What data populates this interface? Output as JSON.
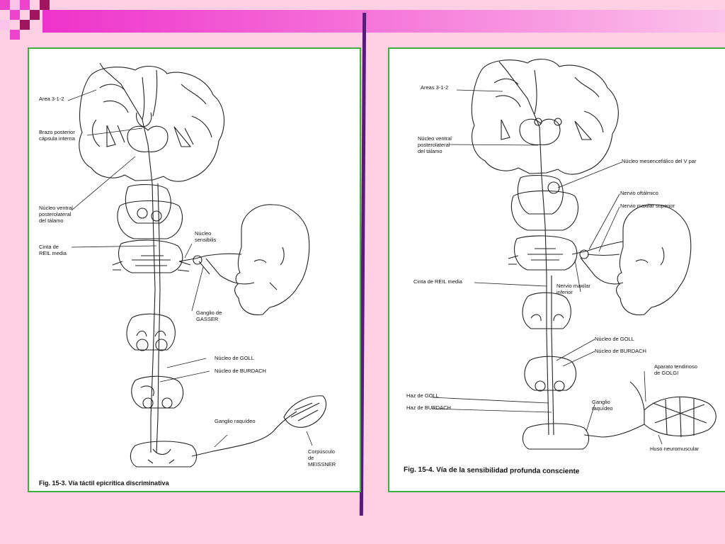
{
  "left_figure": {
    "caption": "Fig. 15-3. Vía táctil epicrítica discriminativa",
    "labels": {
      "area": "Area 3-1-2",
      "brazo": "Brazo posterior\ncápsula interna",
      "nucleo_ventral": "Núcleo ventral\nposterolateral\ndel tálamo",
      "cinta": "Cinta de\nREIL media",
      "nucleo_sensibilis": "Núcleo\nsensibilis",
      "ganglio_gasser": "Ganglio de\nGASSER",
      "goll": "Núcleo de GOLL",
      "burdach": "Núcleo de BURDACH",
      "ganglio_raquideo": "Ganglio raquídeo",
      "corpusculo": "Corpúsculo\nde\nMEISSNER"
    }
  },
  "right_figure": {
    "caption": "Fig. 15-4. Vía de la sensibilidad profunda consciente",
    "labels": {
      "areas": "Areas 3-1-2",
      "nucleo_ventral": "Núcleo ventral\nposterolateral\ndel tálamo",
      "mesencefalico": "Núcleo mesencefálico del V par",
      "oftalmico": "Nervio oftálmico",
      "maxilar_superior": "Nervio maxilar superior",
      "cinta": "Cinta de REIL media",
      "maxilar_inferior": "Nervio maxilar\ninferior",
      "goll": "Núcleo de GOLL",
      "burdach": "Núcleo de BURDACH",
      "aparato": "Aparato tendinoso\nde GOLGI",
      "haz_goll": "Haz de GOLL",
      "haz_burdach": "Haz de BURDACH",
      "ganglio": "Ganglio\nraquídeo",
      "huso": "Huso neuromuscular"
    }
  },
  "colors": {
    "background": "#ffd0e3",
    "title_bar": "#ee44cc",
    "divider": "#5a1a7a",
    "panel_border": "#3fae3f"
  }
}
